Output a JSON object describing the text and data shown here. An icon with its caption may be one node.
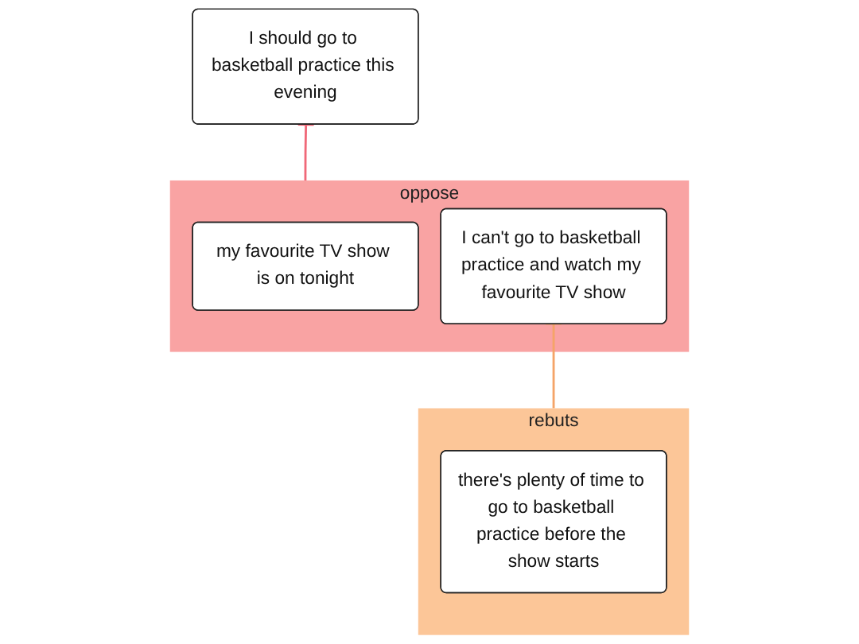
{
  "diagram": {
    "nodes": [
      {
        "text": [
          "I should go to basketball practice this evening"
        ]
      },
      {
        "text": [
          "oppose"
        ]
      },
      {
        "text": [
          "my favourite TV show is on tonight"
        ],
        "in": 1
      },
      {
        "text": [
          "I can't go to basketball practice and watch my favourite TV show"
        ],
        "in": 1
      },
      {
        "text": [
          "rebuts"
        ]
      },
      {
        "text": [
          "there's plenty of time to go to basketball practice before the show starts"
        ],
        "in": 4
      }
    ],
    "edges": [
      {
        "from": 1,
        "to": 0,
        "arrow": "other",
        "color": "#f06878"
      },
      {
        "from": 4,
        "to": 3,
        "arrow": "other",
        "color": "#f5a468"
      }
    ]
  }
}
